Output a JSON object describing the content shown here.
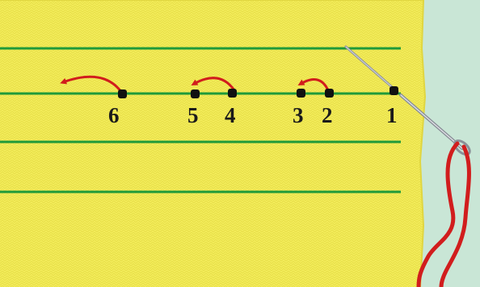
{
  "colors": {
    "background": "#c9e6d6",
    "fabric": "#f3ec5a",
    "fabric_shade": "#e9e14c",
    "guide_line": "#1f9a3a",
    "stitch_arrow": "#d11d1d",
    "thread": "#d11d1d",
    "hole": "#111111",
    "needle": "#8a8f98"
  },
  "icons": {
    "needle": "sewing-needle-icon",
    "thread": "red-thread-icon",
    "arrow": "curved-arrow-icon"
  },
  "guide_lines_count": 4,
  "stitch_points": [
    {
      "label": "1"
    },
    {
      "label": "2"
    },
    {
      "label": "3"
    },
    {
      "label": "4"
    },
    {
      "label": "5"
    },
    {
      "label": "6"
    }
  ]
}
